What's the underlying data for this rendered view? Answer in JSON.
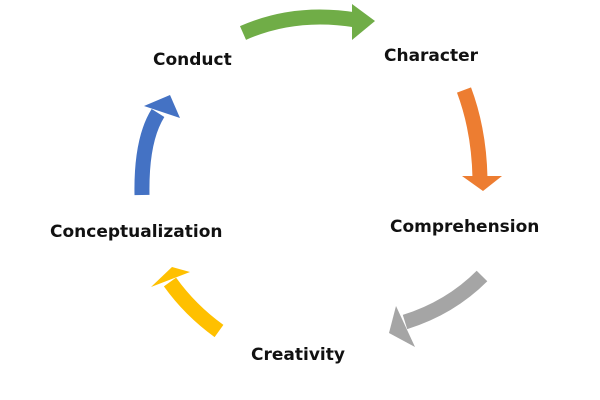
{
  "cycle": {
    "nodes": [
      {
        "label": "Conduct"
      },
      {
        "label": "Character"
      },
      {
        "label": "Comprehension"
      },
      {
        "label": "Creativity"
      },
      {
        "label": "Conceptualization"
      }
    ],
    "arrows": [
      {
        "from": "Conduct",
        "to": "Character",
        "color": "#70AD47"
      },
      {
        "from": "Character",
        "to": "Comprehension",
        "color": "#ED7D31"
      },
      {
        "from": "Comprehension",
        "to": "Creativity",
        "color": "#A5A5A5"
      },
      {
        "from": "Creativity",
        "to": "Conceptualization",
        "color": "#FFC000"
      },
      {
        "from": "Conceptualization",
        "to": "Conduct",
        "color": "#4472C4"
      }
    ]
  }
}
